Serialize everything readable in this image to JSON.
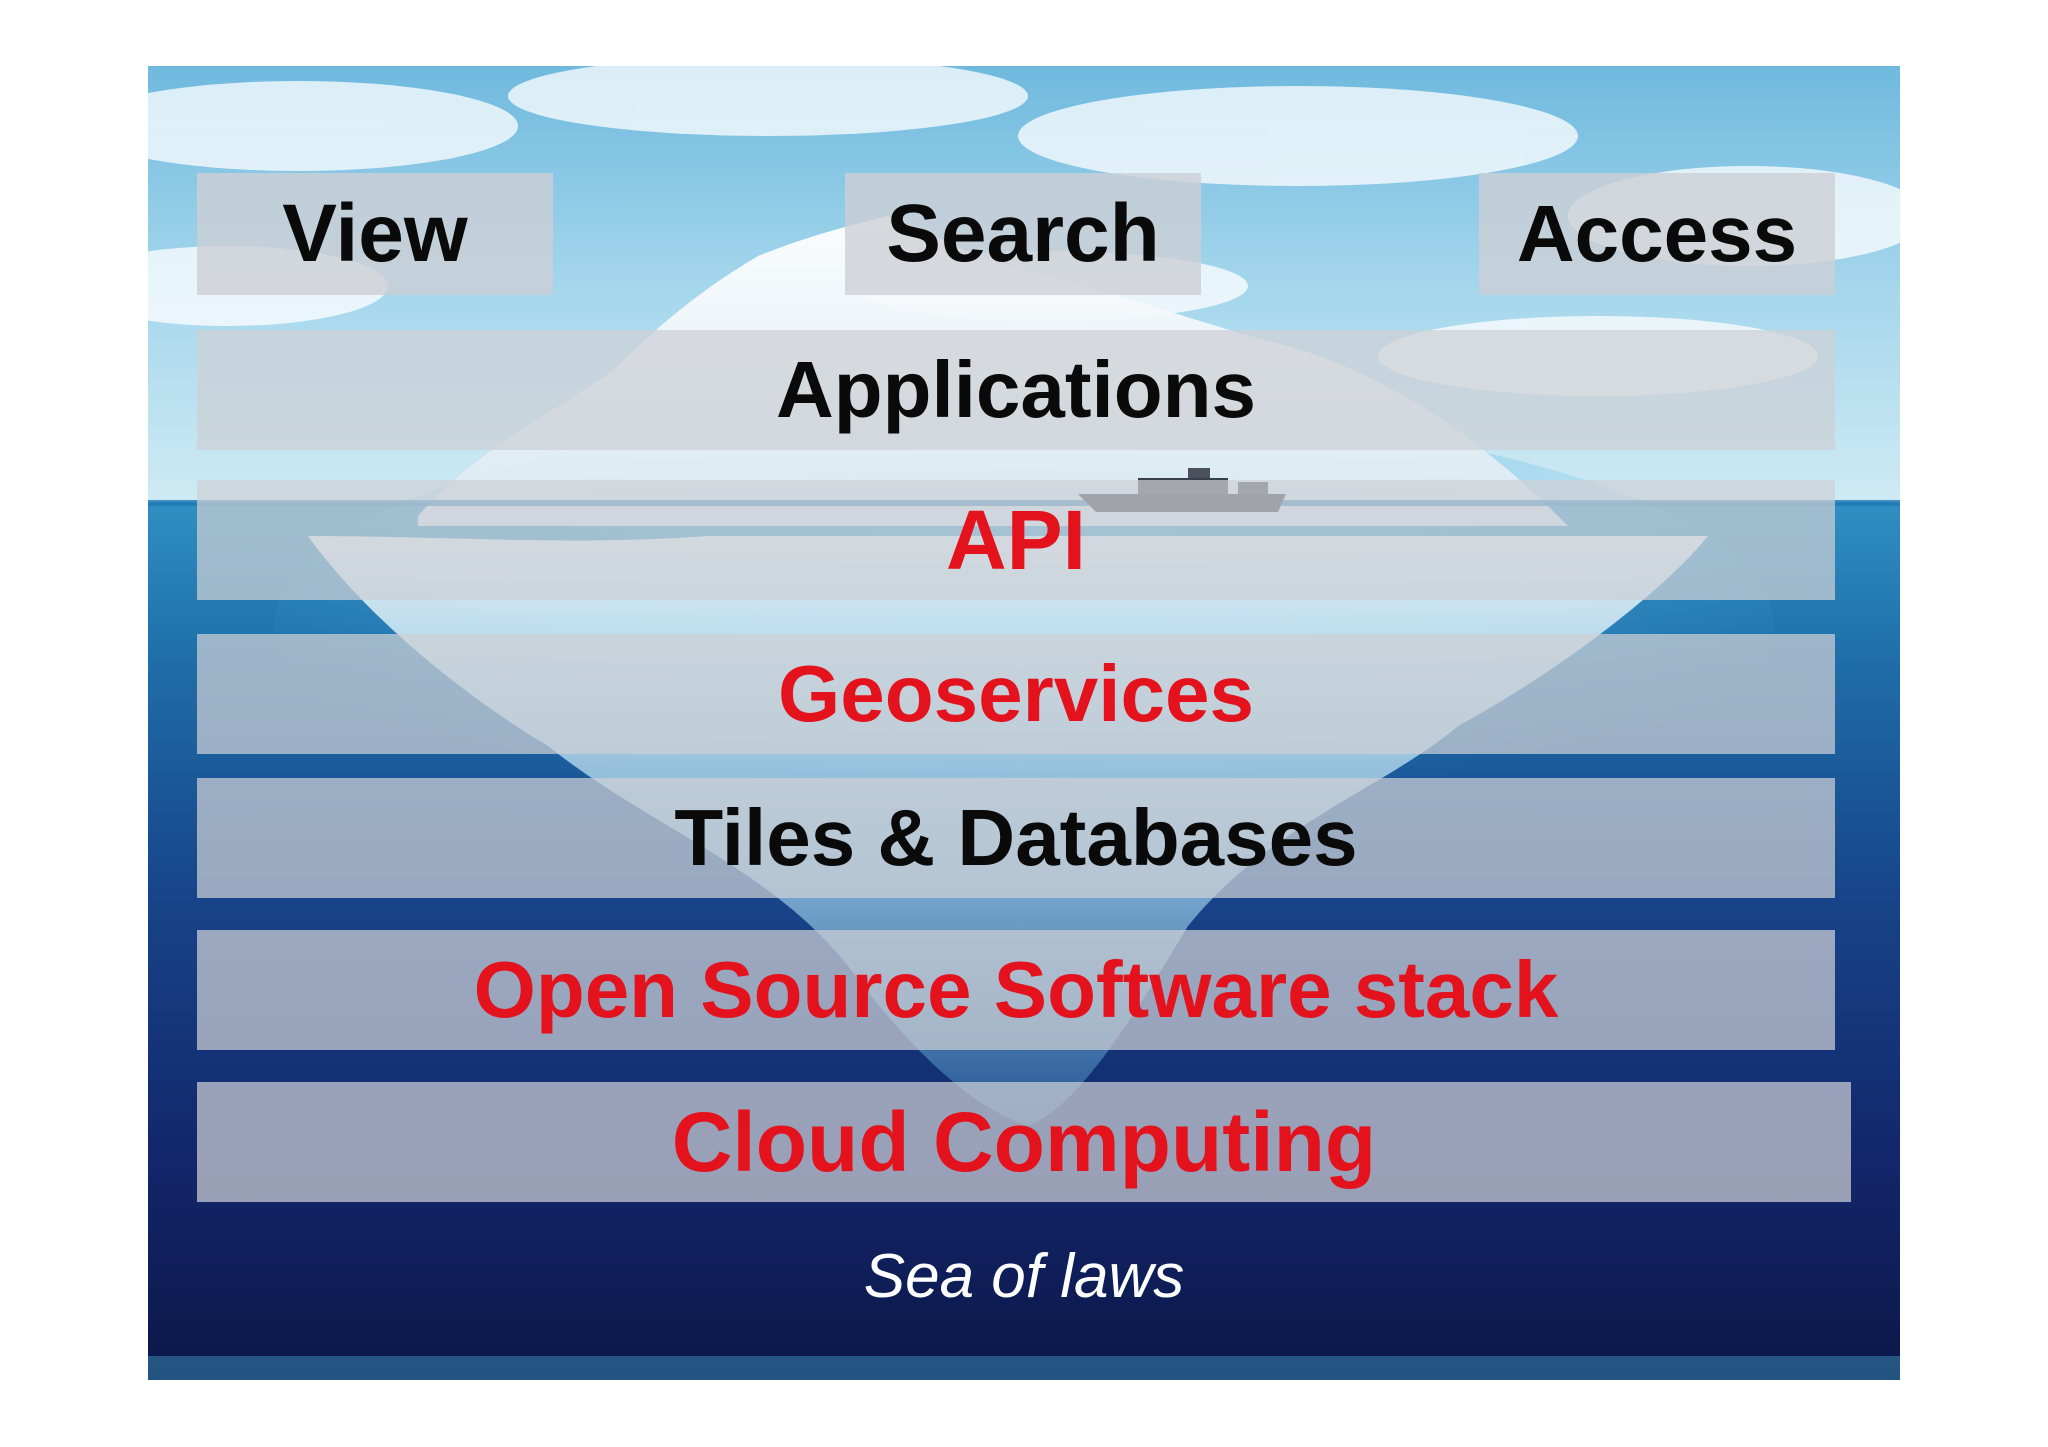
{
  "top_labels": {
    "view": "View",
    "search": "Search",
    "access": "Access"
  },
  "layers": {
    "applications": "Applications",
    "api": "API",
    "geoservices": "Geoservices",
    "tiles_databases": "Tiles & Databases",
    "open_source": "Open Source Software stack",
    "cloud": "Cloud Computing"
  },
  "bottom_label": "Sea of laws",
  "colors": {
    "red_text": "#e3121c",
    "black_text": "#0a0a0a",
    "band_fill": "#cdd0d6",
    "sky": "#8fcbe6",
    "deep_sea": "#0d1f55"
  },
  "icons": [
    "iceberg-icon",
    "ship-icon"
  ]
}
